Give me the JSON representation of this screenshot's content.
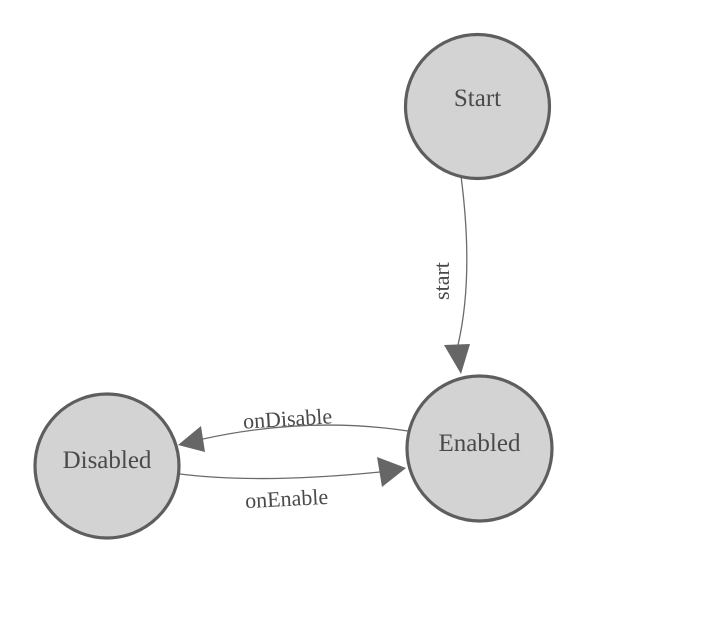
{
  "diagram": {
    "type": "state-machine",
    "background": "#ffffff",
    "colors": {
      "node_fill": "#d3d3d3",
      "node_stroke": "#5e5e5e",
      "edge": "#666666",
      "text": "#4a4a4c"
    },
    "nodes": [
      {
        "id": "start",
        "label": "Start"
      },
      {
        "id": "enabled",
        "label": "Enabled"
      },
      {
        "id": "disabled",
        "label": "Disabled"
      }
    ],
    "edges": [
      {
        "from": "Start",
        "to": "Enabled",
        "label": "start"
      },
      {
        "from": "Enabled",
        "to": "Disabled",
        "label": "onDisable"
      },
      {
        "from": "Disabled",
        "to": "Enabled",
        "label": "onEnable"
      }
    ]
  }
}
